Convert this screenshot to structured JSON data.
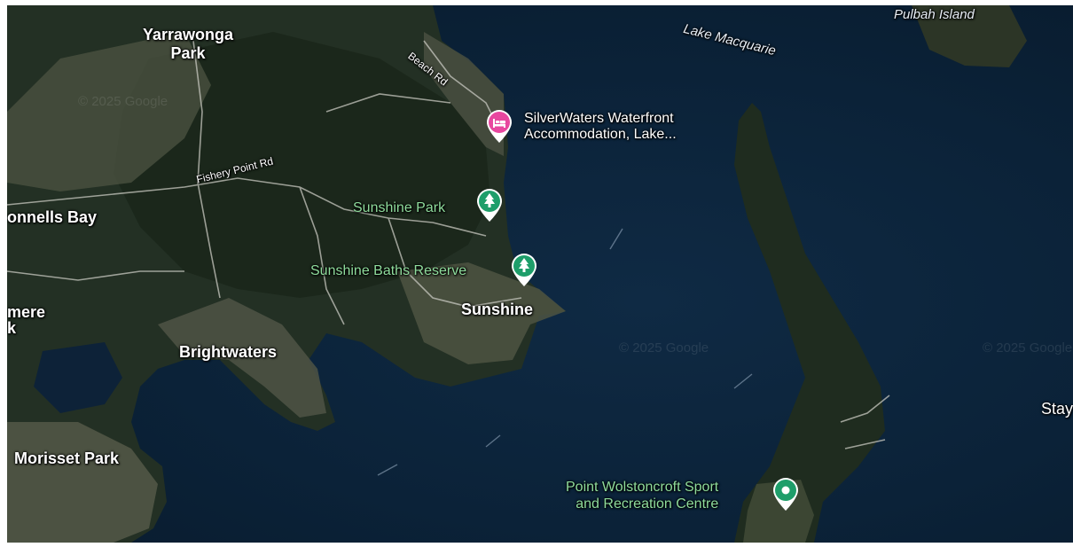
{
  "map": {
    "watermark": "© 2025 Google",
    "water_labels": {
      "lake": "Lake Macquarie",
      "island": "Pulbah Island"
    },
    "roads": {
      "beach_rd": "Beach Rd",
      "fishery_point_rd": "Fishery Point Rd"
    },
    "places": {
      "yarrawonga_park": "Yarrawonga\nPark",
      "connells_bay": "onnells Bay",
      "mere": "mere\nk",
      "brightwaters": "Brightwaters",
      "sunshine": "Sunshine",
      "morisset_park": "Morisset Park",
      "stay": "Stay"
    },
    "pois": {
      "hotel": {
        "name": "SilverWaters Waterfront\nAccommodation, Lake...",
        "icon": "bed-icon",
        "color": "#e8479f"
      },
      "sunshine_park": {
        "name": "Sunshine Park",
        "icon": "tree-icon",
        "color": "#1e9e6a"
      },
      "sunshine_baths": {
        "name": "Sunshine Baths Reserve",
        "icon": "tree-icon",
        "color": "#1e9e6a"
      },
      "point_wolstoncroft": {
        "name": "Point Wolstoncroft Sport\nand Recreation Centre",
        "icon": "dot-icon",
        "color": "#1e9e6a"
      }
    }
  }
}
